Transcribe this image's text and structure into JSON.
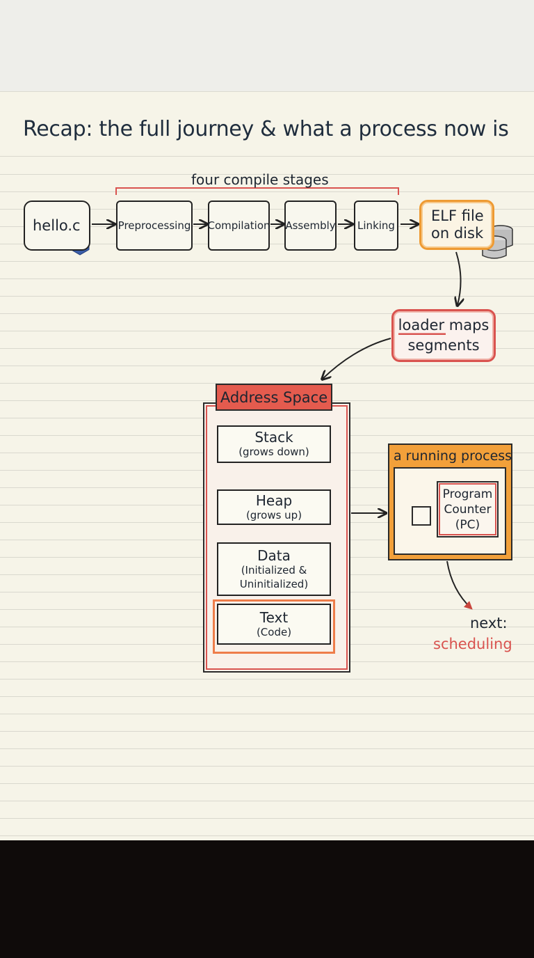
{
  "title": "Recap: the full journey & what a process now is",
  "compile": {
    "brace_label": "four compile stages",
    "source_file": "hello.c",
    "stages": [
      "Preprocessing",
      "Compilation",
      "Assembly",
      "Linking"
    ],
    "output_line1": "ELF file",
    "output_line2": "on disk"
  },
  "loader": {
    "line1": "loader maps",
    "line2": "segments"
  },
  "address_space": {
    "title": "Address Space",
    "segments": [
      {
        "name": "Stack",
        "note": "(grows down)"
      },
      {
        "name": "Heap",
        "note": "(grows up)"
      },
      {
        "name": "Data",
        "note": "(Initialized &",
        "note2": "Uninitialized)"
      },
      {
        "name": "Text",
        "note": "(Code)"
      }
    ]
  },
  "process": {
    "title": "a running process",
    "pc_line1": "Program",
    "pc_line2": "Counter",
    "pc_line3": "(PC)"
  },
  "next": {
    "label": "next:",
    "topic": "scheduling"
  },
  "colors": {
    "ink": "#1d2530",
    "red": "#d9534f",
    "orange": "#ee9a32",
    "paper": "#f6f4e8"
  },
  "icons": [
    "c-language-icon",
    "database-icon",
    "arrow-icons"
  ]
}
